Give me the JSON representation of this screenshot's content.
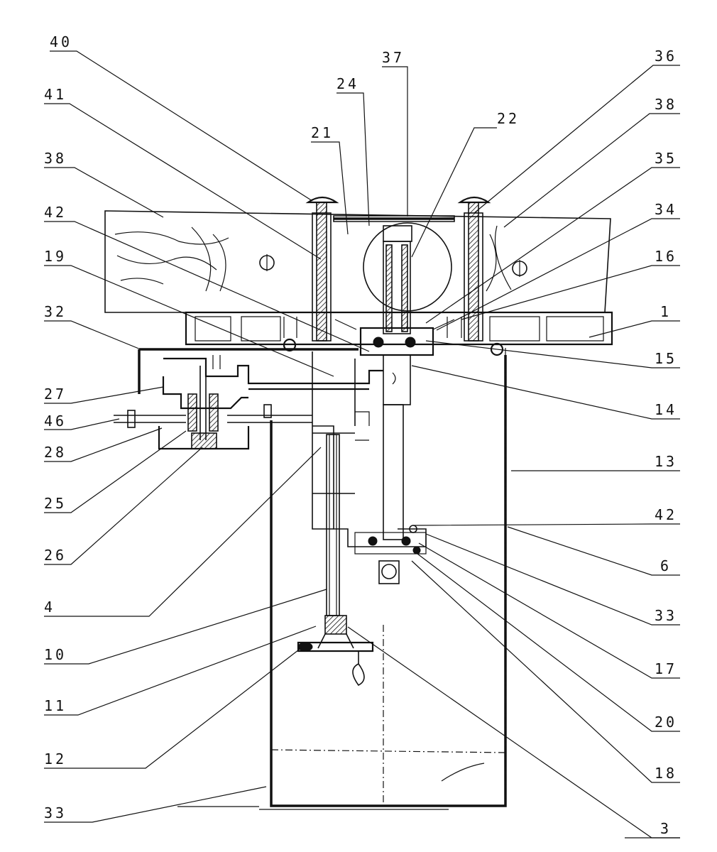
{
  "labels_left": [
    {
      "id": "40",
      "text": "40"
    },
    {
      "id": "41",
      "text": "41"
    },
    {
      "id": "38l",
      "text": "38"
    },
    {
      "id": "42l",
      "text": "42"
    },
    {
      "id": "19",
      "text": "19"
    },
    {
      "id": "32",
      "text": "32"
    },
    {
      "id": "27",
      "text": "27"
    },
    {
      "id": "46",
      "text": "46"
    },
    {
      "id": "28",
      "text": "28"
    },
    {
      "id": "25",
      "text": "25"
    },
    {
      "id": "26",
      "text": "26"
    },
    {
      "id": "4",
      "text": "4"
    },
    {
      "id": "10",
      "text": "10"
    },
    {
      "id": "11",
      "text": "11"
    },
    {
      "id": "12",
      "text": "12"
    },
    {
      "id": "33l",
      "text": "33"
    }
  ],
  "labels_top": [
    {
      "id": "37",
      "text": "37"
    },
    {
      "id": "24",
      "text": "24"
    },
    {
      "id": "21",
      "text": "21"
    },
    {
      "id": "22",
      "text": "22"
    }
  ],
  "labels_right": [
    {
      "id": "36",
      "text": "36"
    },
    {
      "id": "38r",
      "text": "38"
    },
    {
      "id": "35",
      "text": "35"
    },
    {
      "id": "34",
      "text": "34"
    },
    {
      "id": "16",
      "text": "16"
    },
    {
      "id": "1",
      "text": "1"
    },
    {
      "id": "15",
      "text": "15"
    },
    {
      "id": "14",
      "text": "14"
    },
    {
      "id": "13",
      "text": "13"
    },
    {
      "id": "42r",
      "text": "42"
    },
    {
      "id": "6",
      "text": "6"
    },
    {
      "id": "33r",
      "text": "33"
    },
    {
      "id": "17",
      "text": "17"
    },
    {
      "id": "20",
      "text": "20"
    },
    {
      "id": "18",
      "text": "18"
    },
    {
      "id": "3",
      "text": "3"
    }
  ]
}
